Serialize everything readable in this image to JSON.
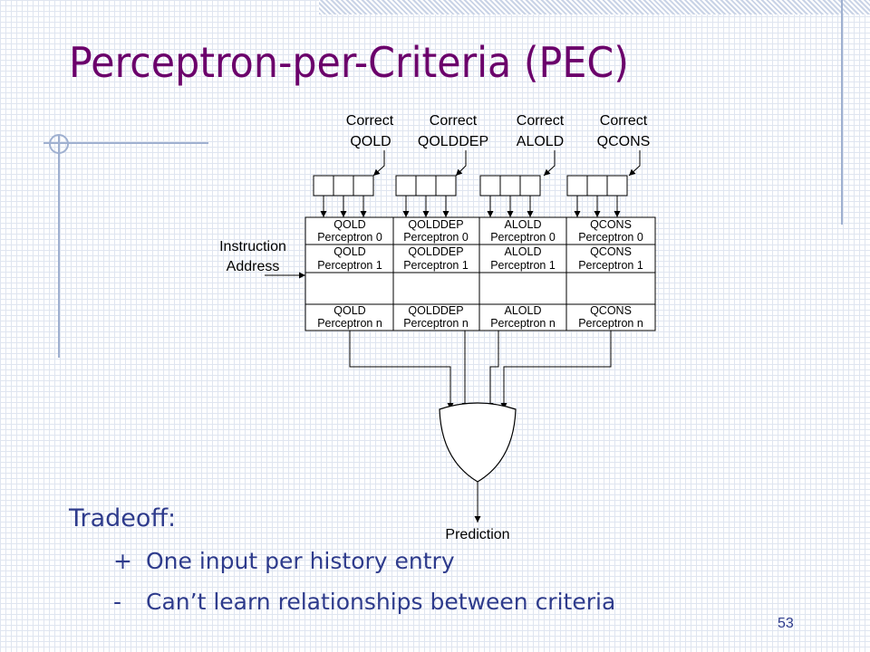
{
  "slide": {
    "title": "Perceptron-per-Criteria (PEC)",
    "page_number": "53"
  },
  "diagram": {
    "inputs": [
      {
        "line1": "Correct",
        "line2": "QOLD"
      },
      {
        "line1": "Correct",
        "line2": "QOLDDEP"
      },
      {
        "line1": "Correct",
        "line2": "ALOLD"
      },
      {
        "line1": "Correct",
        "line2": "QCONS"
      }
    ],
    "address_label": {
      "line1": "Instruction",
      "line2": "Address"
    },
    "columns": [
      {
        "name": "QOLD",
        "p0": "Perceptron 0",
        "p1": "Perceptron 1",
        "pn": "Perceptron n"
      },
      {
        "name": "QOLDDEP",
        "p0": "Perceptron 0",
        "p1": "Perceptron 1",
        "pn": "Perceptron n"
      },
      {
        "name": "ALOLD",
        "p0": "Perceptron 0",
        "p1": "Perceptron 1",
        "pn": "Perceptron n"
      },
      {
        "name": "QCONS",
        "p0": "Perceptron 0",
        "p1": "Perceptron 1",
        "pn": "Perceptron n"
      }
    ],
    "output_label": "Prediction"
  },
  "tradeoff": {
    "heading": "Tradeoff:",
    "items": [
      {
        "symbol": "+",
        "text": "One input per history entry"
      },
      {
        "symbol": "-",
        "text": "Can’t learn relationships between criteria"
      }
    ]
  }
}
